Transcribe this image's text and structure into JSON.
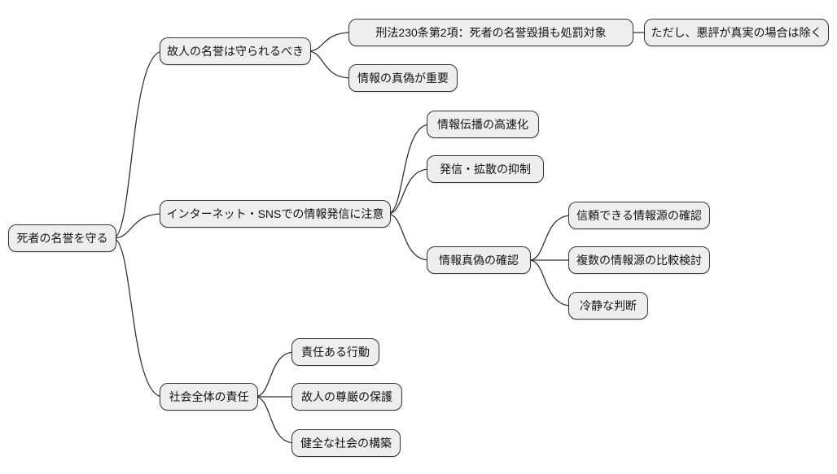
{
  "diagram": {
    "type": "mindmap",
    "colors": {
      "background": "#ffffff",
      "node_fill": "#eeeeee",
      "node_border": "#333333",
      "edge": "#333333",
      "text": "#111111"
    },
    "root": {
      "label": "死者の名誉を守る",
      "children": [
        {
          "label": "故人の名誉は守られるべき",
          "children": [
            {
              "label": "刑法230条第2項：死者の名誉毀損も処罰対象",
              "children": [
                {
                  "label": "ただし、悪評が真実の場合は除く"
                }
              ]
            },
            {
              "label": "情報の真偽が重要"
            }
          ]
        },
        {
          "label": "インターネット・SNSでの情報発信に注意",
          "children": [
            {
              "label": "情報伝播の高速化"
            },
            {
              "label": "発信・拡散の抑制"
            },
            {
              "label": "情報真偽の確認",
              "children": [
                {
                  "label": "信頼できる情報源の確認"
                },
                {
                  "label": "複数の情報源の比較検討"
                },
                {
                  "label": "冷静な判断"
                }
              ]
            }
          ]
        },
        {
          "label": "社会全体の責任",
          "children": [
            {
              "label": "責任ある行動"
            },
            {
              "label": "故人の尊厳の保護"
            },
            {
              "label": "健全な社会の構築"
            }
          ]
        }
      ]
    }
  }
}
